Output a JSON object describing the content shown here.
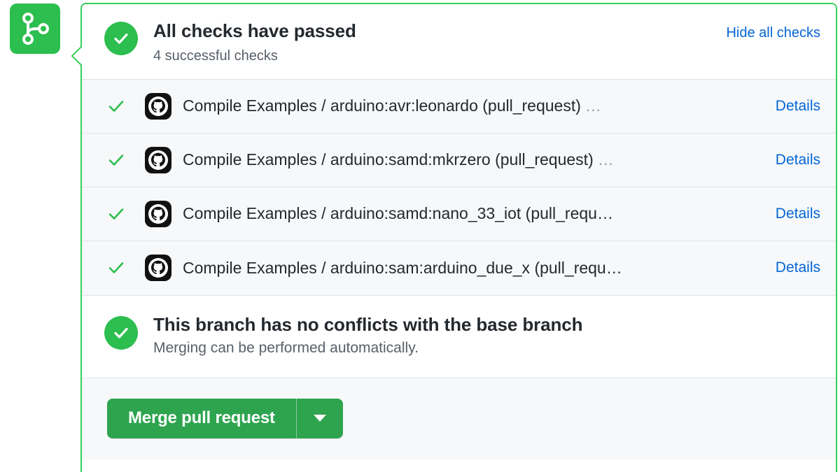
{
  "colors": {
    "success_green": "#2cbe4e",
    "border_green": "#34d058",
    "button_green": "#2ea44f",
    "link_blue": "#0366d6",
    "text_dark": "#24292e",
    "text_muted": "#586069",
    "row_background": "#f6f8fa"
  },
  "state_badge": {
    "icon": "git-merge-icon"
  },
  "header": {
    "status_icon": "check-circle-icon",
    "title": "All checks have passed",
    "subtitle": "4 successful checks",
    "toggle_label": "Hide all checks"
  },
  "checks": [
    {
      "status_icon": "check-icon",
      "avatar_icon": "github-actions-octocat-icon",
      "label": "Compile Examples / arduino:avr:leonardo (pull_request)",
      "ellipsis": "…",
      "details_label": "Details"
    },
    {
      "status_icon": "check-icon",
      "avatar_icon": "github-actions-octocat-icon",
      "label": "Compile Examples / arduino:samd:mkrzero (pull_request)",
      "ellipsis": "…",
      "details_label": "Details"
    },
    {
      "status_icon": "check-icon",
      "avatar_icon": "github-actions-octocat-icon",
      "label": "Compile Examples / arduino:samd:nano_33_iot (pull_requ…",
      "ellipsis": "",
      "details_label": "Details"
    },
    {
      "status_icon": "check-icon",
      "avatar_icon": "github-actions-octocat-icon",
      "label": "Compile Examples / arduino:sam:arduino_due_x (pull_requ…",
      "ellipsis": "",
      "details_label": "Details"
    }
  ],
  "conflicts": {
    "status_icon": "check-circle-icon",
    "title": "This branch has no conflicts with the base branch",
    "subtitle": "Merging can be performed automatically."
  },
  "footer": {
    "merge_button_label": "Merge pull request",
    "dropdown_icon": "chevron-down-icon"
  }
}
